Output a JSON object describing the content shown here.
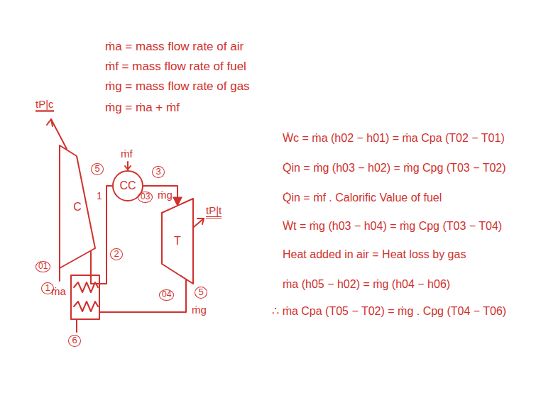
{
  "diagram": {
    "nodes": [
      {
        "text": [
          "C"
        ]
      },
      {
        "text": [
          "CC"
        ]
      },
      {
        "text": [
          "T"
        ]
      }
    ],
    "edges": [
      {
        "from": 0,
        "to": 1,
        "arrow": "none"
      },
      {
        "from": 1,
        "to": 2,
        "arrow": "to"
      }
    ],
    "labels": [
      "ṁa = mass flow rate of air",
      "ṁf = mass flow rate of fuel",
      "ṁg = mass flow rate of gas",
      "ṁg = ṁa + ṁf",
      "Ẇc = ṁa (h02 − h01) = ṁa Cpa (T02 − T01)",
      "Q̇in = ṁg (h03 − h02) = ṁg Cpg (T03 − T02)",
      "Q̇in = ṁf . Calorific Value of fuel",
      "Ẇt = ṁg (h03 − h04) = ṁg Cpg (T03 − T04)",
      "Heat added in air = Heat loss by gas",
      "ṁa (h05 − h02) = ṁg (h04 − h06)",
      "∴ ṁa Cpa (T05 − T02) = ṁg . Cpg (T04 − T06)",
      "tP|c",
      "ṁf",
      "5",
      "1",
      "3",
      "03",
      "ṁg",
      "tP|t",
      "04",
      "5",
      "ṁg",
      "01",
      "1",
      "2",
      "ṁa",
      "6"
    ]
  }
}
